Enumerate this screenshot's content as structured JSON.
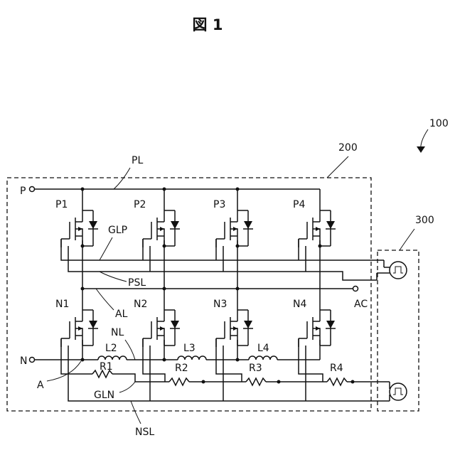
{
  "figure_title": "図 1",
  "labels": {
    "system": "100",
    "module": "200",
    "driver": "300",
    "P": "P",
    "N": "N",
    "AC": "AC",
    "PL": "PL",
    "NL": "NL",
    "AL": "AL",
    "A": "A",
    "GLP": "GLP",
    "GLN": "GLN",
    "PSL": "PSL",
    "NSL": "NSL",
    "upper_switches": [
      "P1",
      "P2",
      "P3",
      "P4"
    ],
    "lower_switches": [
      "N1",
      "N2",
      "N3",
      "N4"
    ],
    "inductors": [
      "L2",
      "L3",
      "L4"
    ],
    "resistors": [
      "R1",
      "R2",
      "R3",
      "R4"
    ]
  }
}
